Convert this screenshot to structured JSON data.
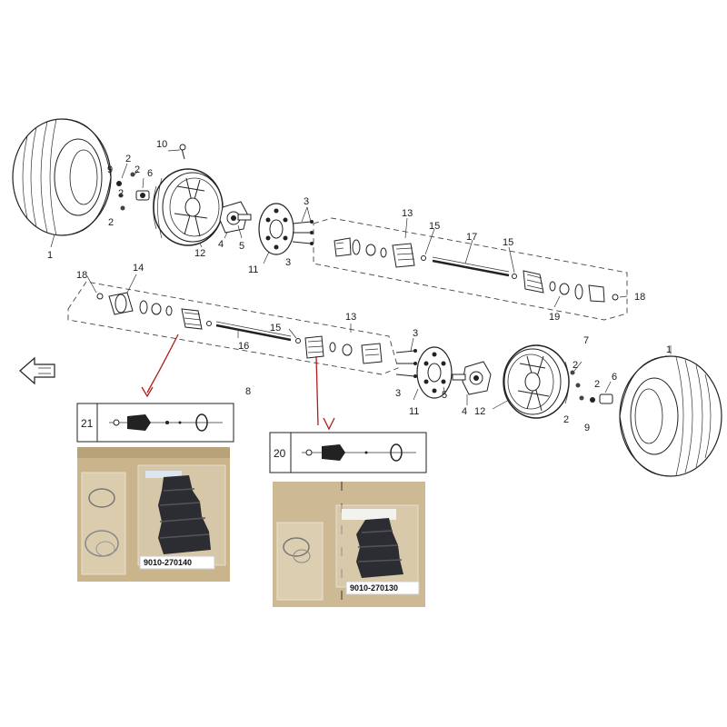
{
  "callouts": {
    "c1a": "1",
    "c1b": "1",
    "c2a": "2",
    "c2b": "2",
    "c2c": "2",
    "c2d": "2",
    "c2e": "2",
    "c2f": "2",
    "c2g": "2",
    "c3a": "3",
    "c3b": "3",
    "c3c": "3",
    "c3d": "3",
    "c4a": "4",
    "c4b": "4",
    "c5a": "5",
    "c5b": "5",
    "c6a": "6",
    "c6b": "6",
    "c7": "7",
    "c8": "8",
    "c9a": "9",
    "c9b": "9",
    "c10": "10",
    "c11a": "11",
    "c11b": "11",
    "c12a": "12",
    "c12b": "12",
    "c13a": "13",
    "c13b": "13",
    "c14": "14",
    "c15a": "15",
    "c15b": "15",
    "c15c": "15",
    "c16": "16",
    "c17": "17",
    "c18a": "18",
    "c18b": "18",
    "c19": "19"
  },
  "kits": [
    {
      "number": "21",
      "part_number": "9010-270140"
    },
    {
      "number": "20",
      "part_number": "9010-270130"
    }
  ],
  "colors": {
    "accent_arrow": "#b01c1c",
    "photo_bg": "#c9b48c",
    "line": "#222222"
  },
  "icons": {
    "direction": "front-direction-arrow-icon"
  }
}
